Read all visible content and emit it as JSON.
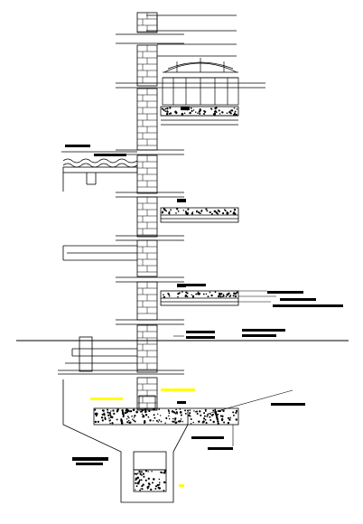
{
  "drawing": {
    "kind": "architectural wall section (CAD line drawing)",
    "background": "#ffffff",
    "line_color": "#000000",
    "highlight_color": "#ffff00",
    "annotations_legible": false,
    "components": [
      "brick-wall-column",
      "roof-water-tank",
      "floor-slab",
      "balcony-slab",
      "cornice-projection",
      "ground-level-line",
      "plinth-beam",
      "foundation-footing",
      "leader-lines",
      "redacted-labels"
    ]
  }
}
